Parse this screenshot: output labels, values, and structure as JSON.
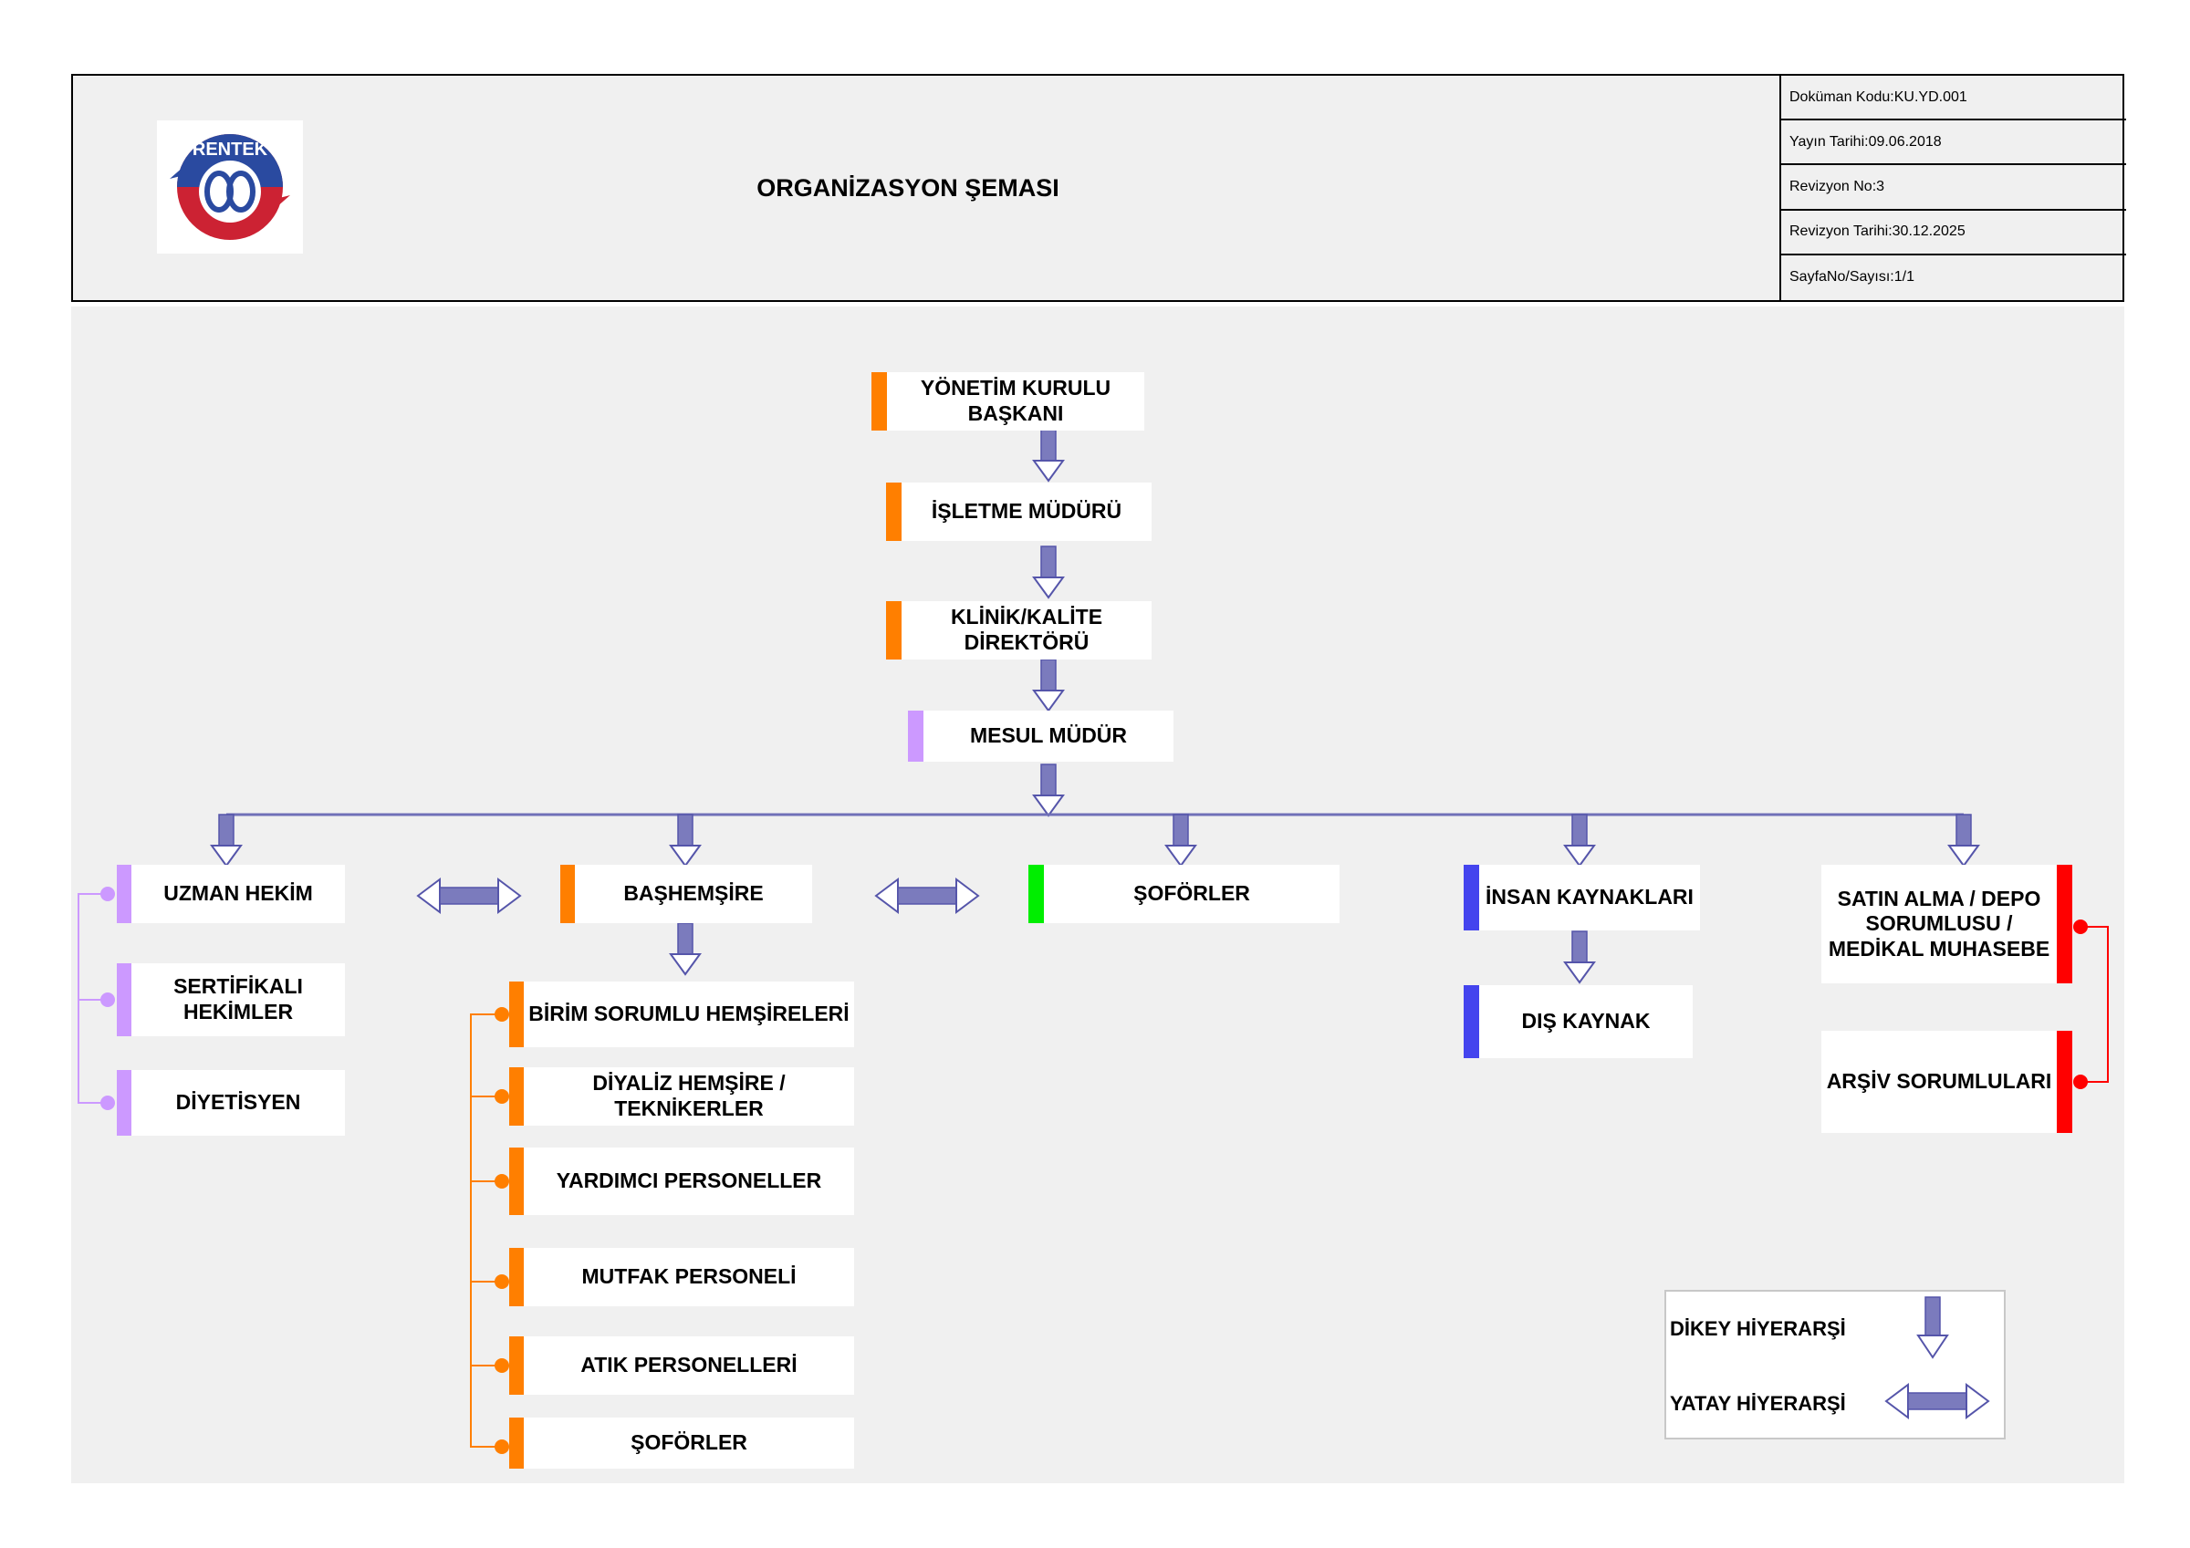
{
  "header": {
    "title": "ORGANİZASYON ŞEMASI",
    "logo_text": "RENTEK",
    "doc_code": "Doküman Kodu:KU.YD.001",
    "publish_date": "Yayın Tarihi:09.06.2018",
    "revision_no": "Revizyon No:3",
    "revision_date": "Revizyon Tarihi:30.12.2025",
    "page_no": "SayfaNo/Sayısı:1/1"
  },
  "nodes": {
    "board_chair": "YÖNETİM KURULU BAŞKANI",
    "operations_manager": "İŞLETME MÜDÜRÜ",
    "clinical_director": "KLİNİK/KALİTE DİREKTÖRÜ",
    "responsible_manager": "MESUL MÜDÜR",
    "specialist": "UZMAN HEKİM",
    "certified_doctors": "SERTİFİKALI HEKİMLER",
    "dietitian": "DİYETİSYEN",
    "head_nurse": "BAŞHEMŞİRE",
    "unit_nurses": "BİRİM SORUMLU HEMŞİRELERİ",
    "dialysis_nurses": "DİYALİZ HEMŞİRE / TEKNİKERLER",
    "assistant_staff": "YARDIMCI PERSONELLER",
    "kitchen_staff": "MUTFAK PERSONELİ",
    "waste_staff": "ATIK PERSONELLERİ",
    "drivers_sub": "ŞOFÖRLER",
    "drivers": "ŞOFÖRLER",
    "hr": "İNSAN KAYNAKLARI",
    "outsource": "DIŞ KAYNAK",
    "purchasing": "SATIN ALMA / DEPO SORUMLUSU / MEDİKAL MUHASEBE",
    "archive": "ARŞİV SORUMLULARI"
  },
  "legend": {
    "vertical": "DİKEY HİYERARŞİ",
    "horizontal": "YATAY HİYERARŞİ"
  },
  "colors": {
    "orange": "#ff7f00",
    "lavender": "#cc99ff",
    "green": "#00ee00",
    "blue": "#4444ee",
    "red": "#ff0000",
    "arrow_fill": "#7b7bbd",
    "arrow_stroke": "#5555aa",
    "line": "#7070b8"
  }
}
